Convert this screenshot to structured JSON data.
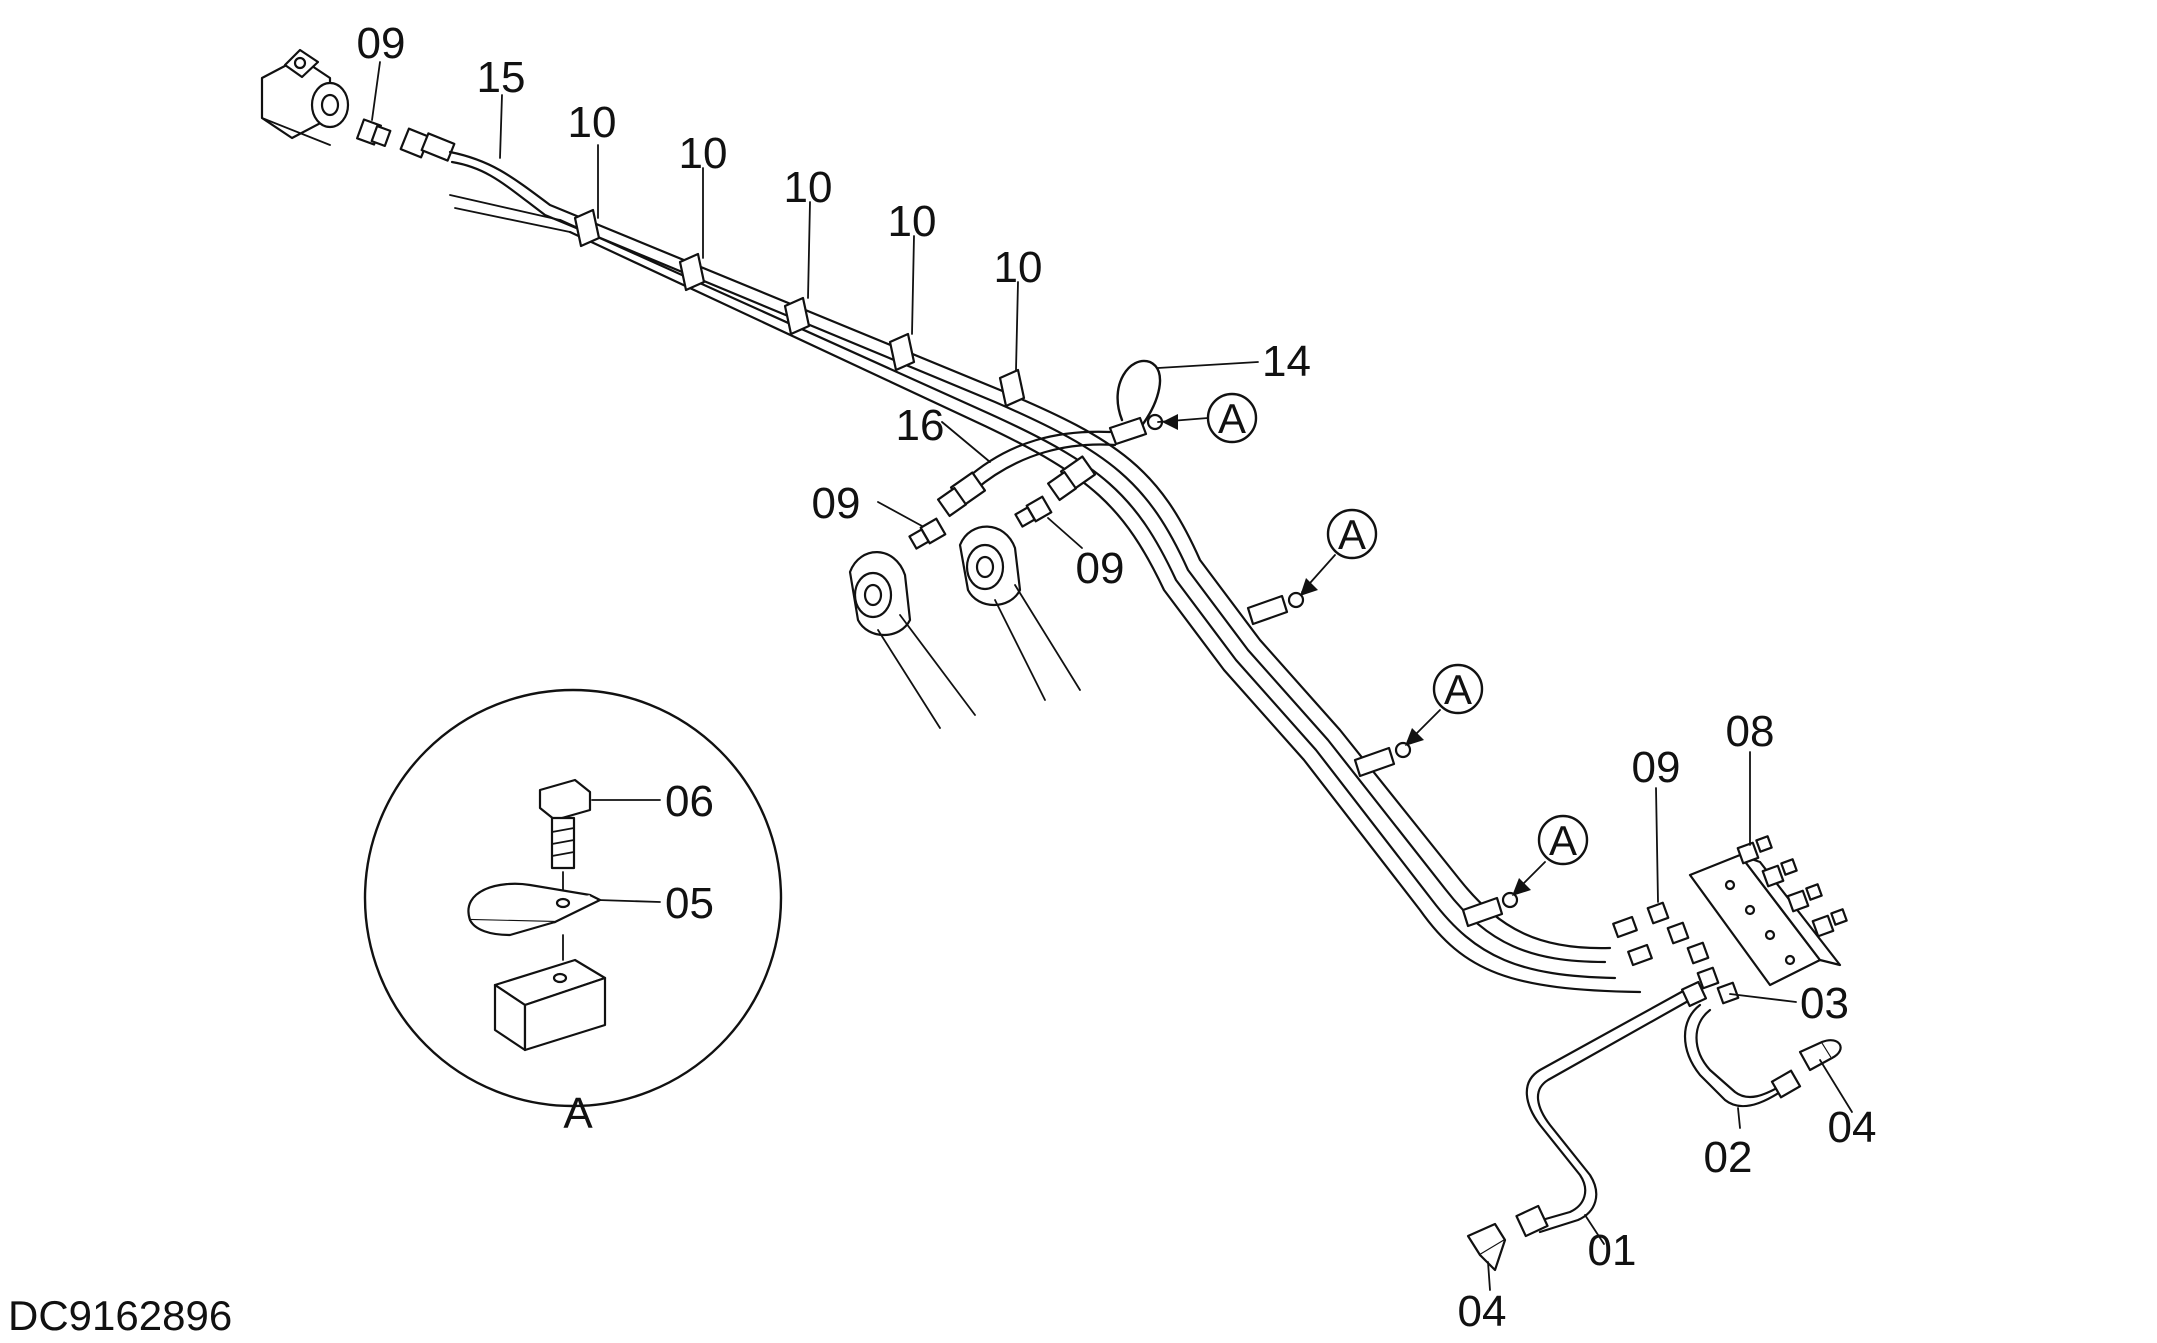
{
  "drawing_code": "DC9162896",
  "detail": {
    "label": "A",
    "parts": [
      "06",
      "05"
    ]
  },
  "callouts": {
    "p09_top": "09",
    "p15": "15",
    "p10_a": "10",
    "p10_b": "10",
    "p10_c": "10",
    "p10_d": "10",
    "p10_e": "10",
    "p14": "14",
    "p16": "16",
    "p09_left": "09",
    "p09_mid": "09",
    "p09_right": "09",
    "p08": "08",
    "p03": "03",
    "p02": "02",
    "p04_right": "04",
    "p01": "01",
    "p04_bottom": "04"
  },
  "ref_markers": [
    "A",
    "A",
    "A",
    "A"
  ]
}
